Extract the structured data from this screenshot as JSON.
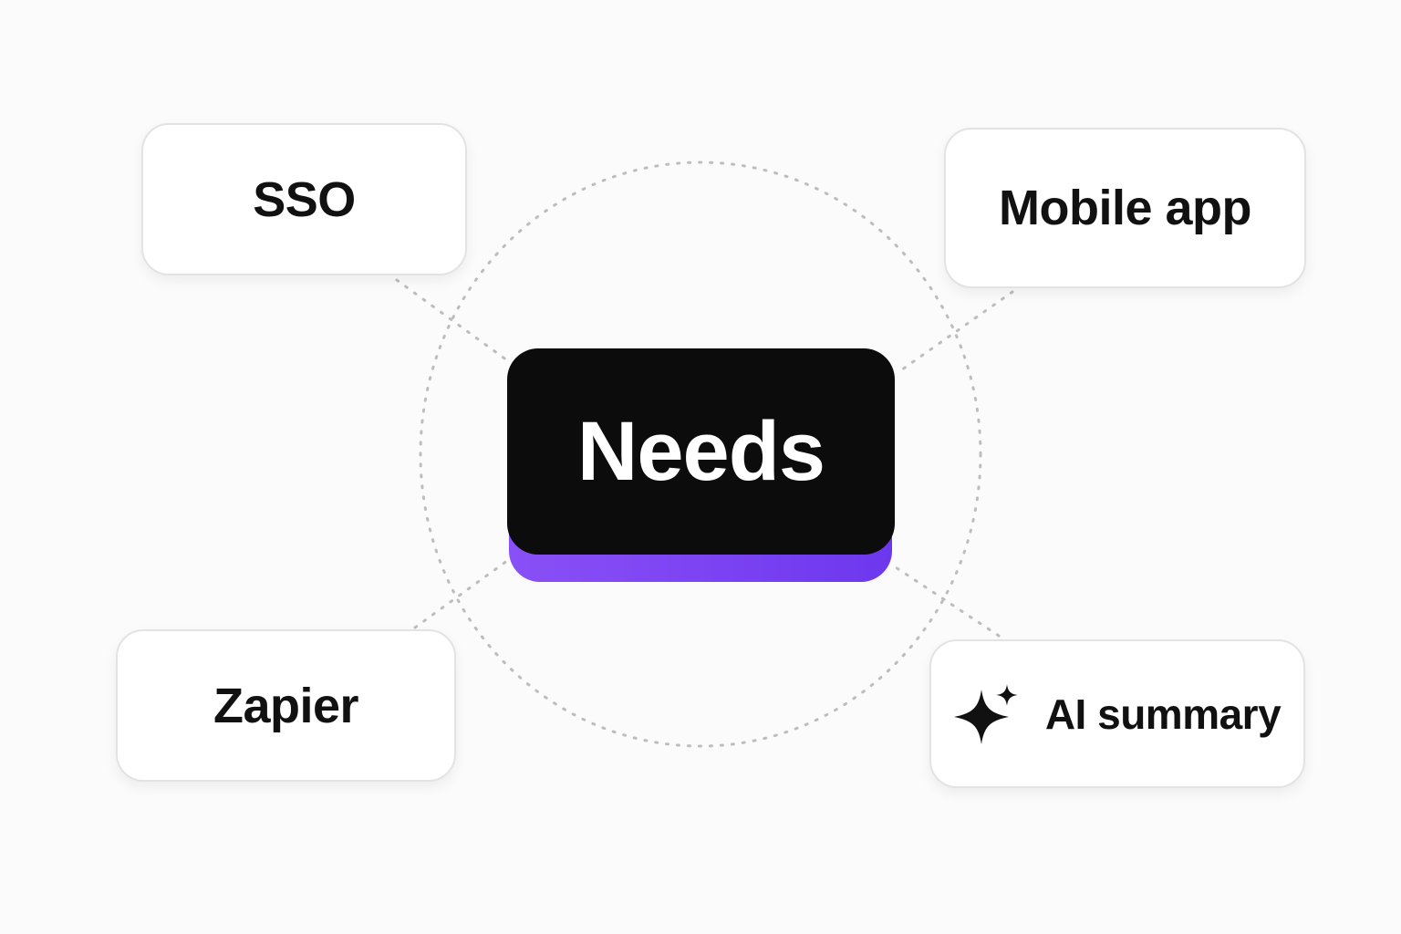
{
  "center": {
    "label": "Needs",
    "color": "#0c0c0c",
    "accent_color": "#7c44f3"
  },
  "nodes": {
    "sso": {
      "label": "SSO"
    },
    "mobile_app": {
      "label": "Mobile app"
    },
    "zapier": {
      "label": "Zapier"
    },
    "ai_summary": {
      "label": "AI summary",
      "icon": "sparkle-icon"
    }
  },
  "connector_color": "#bdbdbd"
}
